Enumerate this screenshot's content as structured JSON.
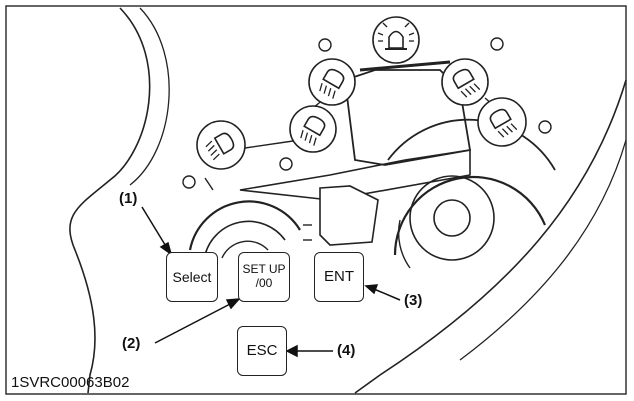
{
  "buttons": {
    "select": "Select",
    "setup_line1": "SET UP",
    "setup_line2": "/00",
    "ent": "ENT",
    "esc": "ESC"
  },
  "callouts": {
    "c1": "(1)",
    "c2": "(2)",
    "c3": "(3)",
    "c4": "(4)"
  },
  "figure_id": "1SVRC00063B02",
  "icons": [
    "work-light-icon",
    "rotating-beacon-icon"
  ],
  "colors": {
    "line": "#222222",
    "background": "#ffffff"
  }
}
